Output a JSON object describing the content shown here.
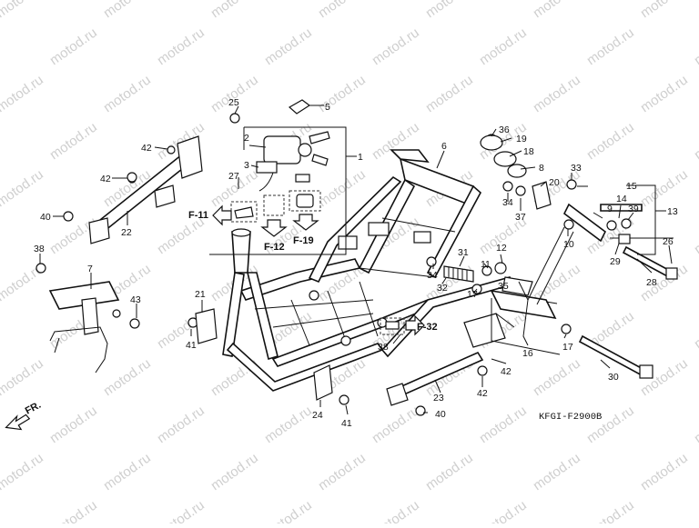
{
  "watermark": "motod.ru",
  "diagram_code": "KFGI-F2900B",
  "front_indicator": "FR.",
  "refs": {
    "f11": "F-11",
    "f12": "F-12",
    "f19": "F-19",
    "f32": "F-32"
  },
  "part_numbers": [
    "1",
    "2",
    "3",
    "5",
    "6",
    "7",
    "8",
    "9",
    "10",
    "11",
    "12",
    "13",
    "14",
    "15",
    "16",
    "17",
    "18",
    "19",
    "20",
    "21",
    "22",
    "23",
    "24",
    "25",
    "26",
    "27",
    "28",
    "29",
    "30",
    "31",
    "32",
    "33",
    "34",
    "35",
    "36",
    "37",
    "38",
    "39",
    "40",
    "41",
    "42",
    "43"
  ]
}
